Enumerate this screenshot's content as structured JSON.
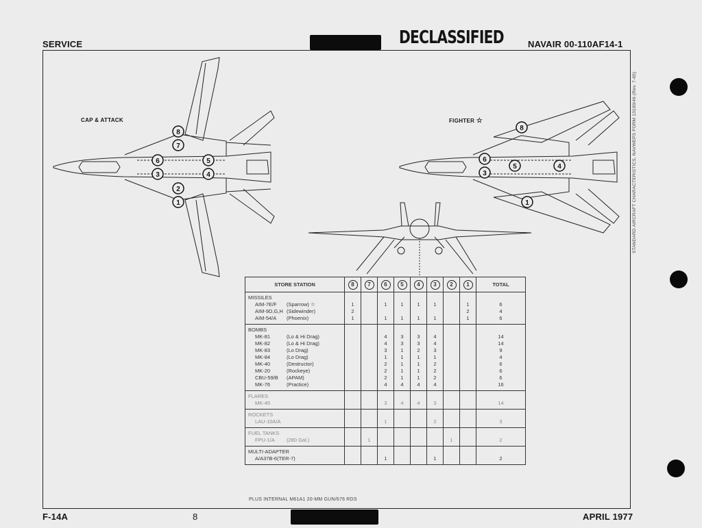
{
  "header": {
    "left": "SERVICE",
    "stamp": "DECLASSIFIED",
    "right": "NAVAIR 00-110AF14-1"
  },
  "footer": {
    "left": "F-14A",
    "page": "8",
    "right": "APRIL 1977"
  },
  "side_text": "STANDARD AIRCRAFT CHARACTERISTICS, NAVWEPS FORM 13100/46 (Rev. 7-65)",
  "diagrams": {
    "cap_attack_label": "CAP & ATTACK",
    "fighter_label": "FIGHTER",
    "fighter_symbol": "☆"
  },
  "table": {
    "station_header": "STORE STATION",
    "stations": [
      "8",
      "7",
      "6",
      "5",
      "4",
      "3",
      "2",
      "1"
    ],
    "total_header": "TOTAL",
    "groups": [
      {
        "name": "MISSILES",
        "faint": false,
        "items": [
          {
            "code": "AIM-7E/F",
            "desc": "(Sparrow) ☆",
            "values": [
              "1",
              "",
              "1",
              "1",
              "1",
              "1",
              "",
              "1"
            ],
            "total": "6"
          },
          {
            "code": "AIM-9D,G,H",
            "desc": "(Sidewinder)",
            "values": [
              "2",
              "",
              "",
              "",
              "",
              "",
              "",
              "2"
            ],
            "total": "4"
          },
          {
            "code": "AIM-54/A",
            "desc": "(Phoenix)",
            "values": [
              "1",
              "",
              "1",
              "1",
              "1",
              "1",
              "",
              "1"
            ],
            "total": "6"
          }
        ]
      },
      {
        "name": "BOMBS",
        "faint": false,
        "items": [
          {
            "code": "MK-81",
            "desc": "(Lo & Hi Drag)",
            "values": [
              "",
              "",
              "4",
              "3",
              "3",
              "4",
              "",
              ""
            ],
            "total": "14"
          },
          {
            "code": "MK-82",
            "desc": "(Lo & Hi Drag)",
            "values": [
              "",
              "",
              "4",
              "3",
              "3",
              "4",
              "",
              ""
            ],
            "total": "14"
          },
          {
            "code": "MK-83",
            "desc": "(Lo Drag)",
            "values": [
              "",
              "",
              "3",
              "1",
              "2",
              "3",
              "",
              ""
            ],
            "total": "9"
          },
          {
            "code": "MK-84",
            "desc": "(Lo Drag)",
            "values": [
              "",
              "",
              "1",
              "1",
              "1",
              "1",
              "",
              ""
            ],
            "total": "4"
          },
          {
            "code": "MK-40",
            "desc": "(Destructor)",
            "values": [
              "",
              "",
              "2",
              "1",
              "1",
              "2",
              "",
              ""
            ],
            "total": "6"
          },
          {
            "code": "MK-20",
            "desc": "(Rockeye)",
            "values": [
              "",
              "",
              "2",
              "1",
              "1",
              "2",
              "",
              ""
            ],
            "total": "6"
          },
          {
            "code": "CBU-59/B",
            "desc": "(APAM)",
            "values": [
              "",
              "",
              "2",
              "1",
              "1",
              "2",
              "",
              ""
            ],
            "total": "6"
          },
          {
            "code": "MK-76",
            "desc": "(Practice)",
            "values": [
              "",
              "",
              "4",
              "4",
              "4",
              "4",
              "",
              ""
            ],
            "total": "16"
          }
        ]
      },
      {
        "name": "FLARES",
        "faint": true,
        "items": [
          {
            "code": "MK-45",
            "desc": "",
            "values": [
              "",
              "",
              "3",
              "4",
              "4",
              "3",
              "",
              ""
            ],
            "total": "14"
          }
        ]
      },
      {
        "name": "ROCKETS",
        "faint": true,
        "items": [
          {
            "code": "LAU-10A/A",
            "desc": "",
            "values": [
              "",
              "",
              "1",
              "",
              "",
              "2",
              "",
              ""
            ],
            "total": "3"
          }
        ]
      },
      {
        "name": "FUEL TANKS",
        "faint": true,
        "items": [
          {
            "code": "FPU-1/A",
            "desc": "(280 Gal.)",
            "values": [
              "",
              "1",
              "",
              "",
              "",
              "",
              "1",
              ""
            ],
            "total": "2"
          }
        ]
      },
      {
        "name": "MULTI-ADAPTER",
        "faint": false,
        "items": [
          {
            "code": "A/A37B-6(TER-7)",
            "desc": "",
            "values": [
              "",
              "",
              "1",
              "",
              "",
              "1",
              "",
              ""
            ],
            "total": "2"
          }
        ]
      }
    ],
    "footnote": "PLUS INTERNAL M61A1 20-MM GUN/676 RDS"
  }
}
